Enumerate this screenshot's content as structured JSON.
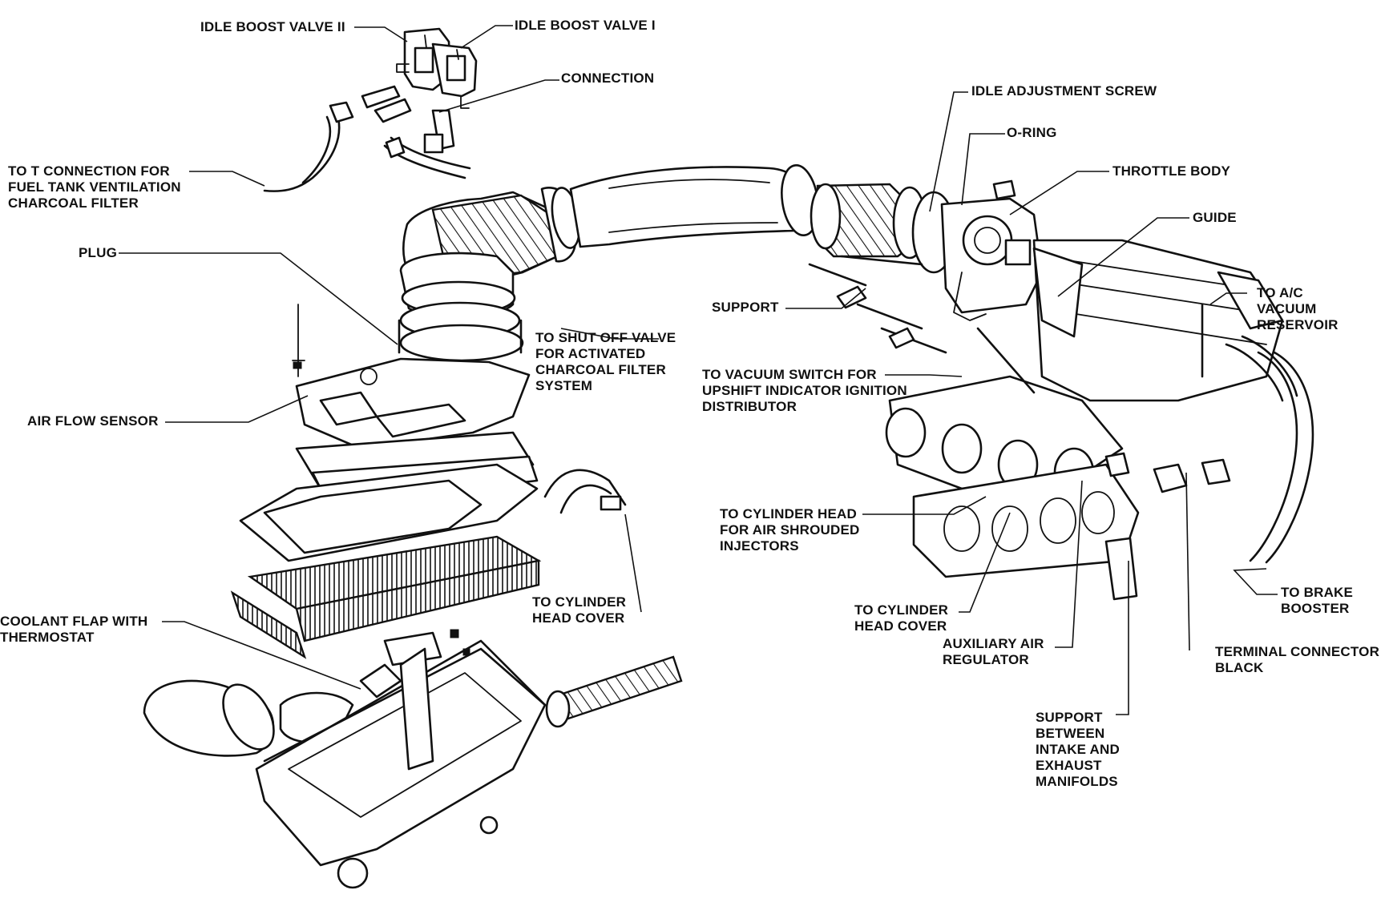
{
  "labels": {
    "idle_boost_valve_2": "IDLE BOOST VALVE II",
    "idle_boost_valve_1": "IDLE BOOST VALVE I",
    "connection": "CONNECTION",
    "fuel_tank_ventilation": "TO T CONNECTION FOR\nFUEL TANK VENTILATION\nCHARCOAL FILTER",
    "plug": "PLUG",
    "air_flow_sensor": "AIR FLOW SENSOR",
    "coolant_flap": "COOLANT FLAP WITH\nTHERMOSTAT",
    "shut_off_valve": "TO SHUT OFF VALVE\nFOR ACTIVATED\nCHARCOAL FILTER\nSYSTEM",
    "cylinder_head_cover_left": "TO CYLINDER\nHEAD COVER",
    "idle_adjustment_screw": "IDLE ADJUSTMENT SCREW",
    "o_ring": "O-RING",
    "throttle_body": "THROTTLE BODY",
    "guide": "GUIDE",
    "support": "SUPPORT",
    "vacuum_switch": "TO VACUUM SWITCH FOR\nUPSHIFT INDICATOR IGNITION\nDISTRIBUTOR",
    "ac_vacuum_reservoir": "TO A/C\nVACUUM\nRESERVOIR",
    "air_shrouded_injectors": "TO CYLINDER HEAD\nFOR AIR SHROUDED\nINJECTORS",
    "cylinder_head_cover_right": "TO CYLINDER\nHEAD COVER",
    "auxiliary_air_regulator": "AUXILIARY AIR\nREGULATOR",
    "brake_booster": "TO BRAKE\nBOOSTER",
    "terminal_connector": "TERMINAL CONNECTOR\nBLACK",
    "support_between_manifolds": "SUPPORT\nBETWEEN\nINTAKE AND\nEXHAUST\nMANIFOLDS"
  }
}
